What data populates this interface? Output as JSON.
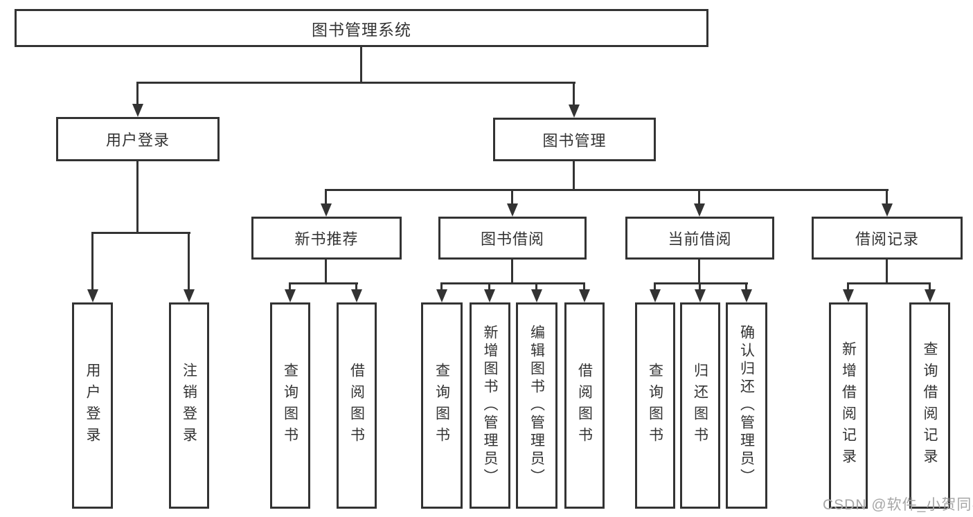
{
  "tree": {
    "root": {
      "label": "图书管理系统"
    },
    "user_login": {
      "label": "用户登录",
      "children": {
        "login": {
          "label": "用户登录"
        },
        "logout": {
          "label": "注销登录"
        }
      }
    },
    "book_mgmt": {
      "label": "图书管理",
      "children": {
        "new_book": {
          "label": "新书推荐",
          "children": {
            "query_book": {
              "label": "查询图书"
            },
            "borrow_book": {
              "label": "借阅图书"
            }
          }
        },
        "book_borrow": {
          "label": "图书借阅",
          "children": {
            "query_book": {
              "label": "查询图书"
            },
            "add_book": {
              "label": "新增图书（管理员）"
            },
            "edit_book": {
              "label": "编辑图书（管理员）"
            },
            "borrow_book": {
              "label": "借阅图书"
            }
          }
        },
        "current_borrow": {
          "label": "当前借阅",
          "children": {
            "query_book": {
              "label": "查询图书"
            },
            "return_book": {
              "label": "归还图书"
            },
            "confirm_return": {
              "label": "确认归还（管理员）"
            }
          }
        },
        "borrow_record": {
          "label": "借阅记录",
          "children": {
            "add_record": {
              "label": "新增借阅记录"
            },
            "query_record": {
              "label": "查询借阅记录"
            }
          }
        }
      }
    }
  },
  "watermark": {
    "text": "CSDN @软件_小贺同学"
  },
  "colors": {
    "line": "#333333",
    "text": "#333333",
    "watermark": "#a6a6a6",
    "background": "#ffffff"
  }
}
